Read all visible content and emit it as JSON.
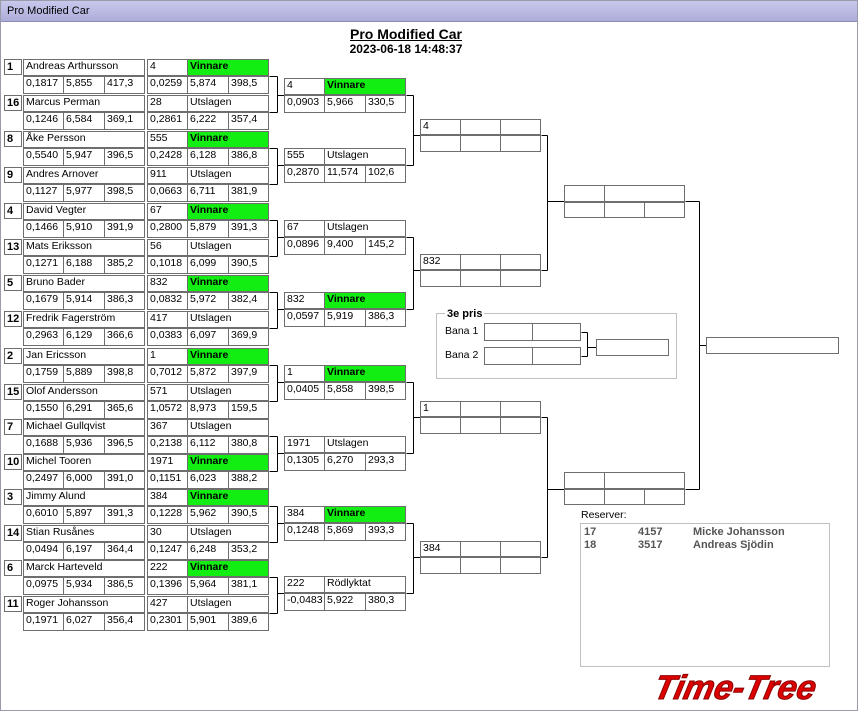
{
  "window": {
    "title": "Pro Modified Car"
  },
  "header": {
    "title": "Pro Modified Car",
    "datetime": "2023-06-18 14:48:37"
  },
  "colors": {
    "winner_bg": "#12ee12",
    "logo": "#dd0000"
  },
  "round1": [
    {
      "seed": "1",
      "name": "Andreas Arthursson",
      "rt": "0,1817",
      "et": "5,855",
      "speed": "417,3",
      "number": "4",
      "status": "Vinnare",
      "rt2": "0,0259",
      "et2": "5,874",
      "speed2": "398,5",
      "winner": true
    },
    {
      "seed": "16",
      "name": "Marcus Perman",
      "rt": "0,1246",
      "et": "6,584",
      "speed": "369,1",
      "number": "28",
      "status": "Utslagen",
      "rt2": "0,2861",
      "et2": "6,222",
      "speed2": "357,4",
      "winner": false
    },
    {
      "seed": "8",
      "name": "Åke Persson",
      "rt": "0,5540",
      "et": "5,947",
      "speed": "396,5",
      "number": "555",
      "status": "Vinnare",
      "rt2": "0,2428",
      "et2": "6,128",
      "speed2": "386,8",
      "winner": true
    },
    {
      "seed": "9",
      "name": "Andres Arnover",
      "rt": "0,1127",
      "et": "5,977",
      "speed": "398,5",
      "number": "911",
      "status": "Utslagen",
      "rt2": "0,0663",
      "et2": "6,711",
      "speed2": "381,9",
      "winner": false
    },
    {
      "seed": "4",
      "name": "David Vegter",
      "rt": "0,1466",
      "et": "5,910",
      "speed": "391,9",
      "number": "67",
      "status": "Vinnare",
      "rt2": "0,2800",
      "et2": "5,879",
      "speed2": "391,3",
      "winner": true
    },
    {
      "seed": "13",
      "name": "Mats Eriksson",
      "rt": "0,1271",
      "et": "6,188",
      "speed": "385,2",
      "number": "56",
      "status": "Utslagen",
      "rt2": "0,1018",
      "et2": "6,099",
      "speed2": "390,5",
      "winner": false
    },
    {
      "seed": "5",
      "name": "Bruno Bader",
      "rt": "0,1679",
      "et": "5,914",
      "speed": "386,3",
      "number": "832",
      "status": "Vinnare",
      "rt2": "0,0832",
      "et2": "5,972",
      "speed2": "382,4",
      "winner": true
    },
    {
      "seed": "12",
      "name": "Fredrik Fagerström",
      "rt": "0,2963",
      "et": "6,129",
      "speed": "366,6",
      "number": "417",
      "status": "Utslagen",
      "rt2": "0,0383",
      "et2": "6,097",
      "speed2": "369,9",
      "winner": false
    },
    {
      "seed": "2",
      "name": "Jan Ericsson",
      "rt": "0,1759",
      "et": "5,889",
      "speed": "398,8",
      "number": "1",
      "status": "Vinnare",
      "rt2": "0,7012",
      "et2": "5,872",
      "speed2": "397,9",
      "winner": true
    },
    {
      "seed": "15",
      "name": "Olof Andersson",
      "rt": "0,1550",
      "et": "6,291",
      "speed": "365,6",
      "number": "571",
      "status": "Utslagen",
      "rt2": "1,0572",
      "et2": "8,973",
      "speed2": "159,5",
      "winner": false
    },
    {
      "seed": "7",
      "name": "Michael Gullqvist",
      "rt": "0,1688",
      "et": "5,936",
      "speed": "396,5",
      "number": "367",
      "status": "Utslagen",
      "rt2": "0,2138",
      "et2": "6,112",
      "speed2": "380,8",
      "winner": false
    },
    {
      "seed": "10",
      "name": "Michel Tooren",
      "rt": "0,2497",
      "et": "6,000",
      "speed": "391,0",
      "number": "1971",
      "status": "Vinnare",
      "rt2": "0,1151",
      "et2": "6,023",
      "speed2": "388,2",
      "winner": true
    },
    {
      "seed": "3",
      "name": "Jimmy Alund",
      "rt": "0,6010",
      "et": "5,897",
      "speed": "391,3",
      "number": "384",
      "status": "Vinnare",
      "rt2": "0,1228",
      "et2": "5,962",
      "speed2": "390,5",
      "winner": true
    },
    {
      "seed": "14",
      "name": "Stian Rusånes",
      "rt": "0,0494",
      "et": "6,197",
      "speed": "364,4",
      "number": "30",
      "status": "Utslagen",
      "rt2": "0,1247",
      "et2": "6,248",
      "speed2": "353,2",
      "winner": false
    },
    {
      "seed": "6",
      "name": "Marck Harteveld",
      "rt": "0,0975",
      "et": "5,934",
      "speed": "386,5",
      "number": "222",
      "status": "Vinnare",
      "rt2": "0,1396",
      "et2": "5,964",
      "speed2": "381,1",
      "winner": true
    },
    {
      "seed": "11",
      "name": "Roger Johansson",
      "rt": "0,1971",
      "et": "6,027",
      "speed": "356,4",
      "number": "427",
      "status": "Utslagen",
      "rt2": "0,2301",
      "et2": "5,901",
      "speed2": "389,6",
      "winner": false
    }
  ],
  "quarterfinals": [
    {
      "number": "4",
      "status": "Vinnare",
      "rt": "0,0903",
      "et": "5,966",
      "speed": "330,5",
      "winner": true
    },
    {
      "number": "555",
      "status": "Utslagen",
      "rt": "0,2870",
      "et": "11,574",
      "speed": "102,6",
      "winner": false
    },
    {
      "number": "67",
      "status": "Utslagen",
      "rt": "0,0896",
      "et": "9,400",
      "speed": "145,2",
      "winner": false
    },
    {
      "number": "832",
      "status": "Vinnare",
      "rt": "0,0597",
      "et": "5,919",
      "speed": "386,3",
      "winner": true
    },
    {
      "number": "1",
      "status": "Vinnare",
      "rt": "0,0405",
      "et": "5,858",
      "speed": "398,5",
      "winner": true
    },
    {
      "number": "1971",
      "status": "Utslagen",
      "rt": "0,1305",
      "et": "6,270",
      "speed": "293,3",
      "winner": false
    },
    {
      "number": "384",
      "status": "Vinnare",
      "rt": "0,1248",
      "et": "5,869",
      "speed": "393,3",
      "winner": true
    },
    {
      "number": "222",
      "status": "Rödlyktat",
      "rt": "-0,0483",
      "et": "5,922",
      "speed": "380,3",
      "winner": false
    }
  ],
  "semifinals": [
    {
      "number": "4"
    },
    {
      "number": "832"
    },
    {
      "number": "1"
    },
    {
      "number": "384"
    }
  ],
  "third_place": {
    "title": "3e pris",
    "lane1": "Bana 1",
    "lane2": "Bana 2"
  },
  "reserves": {
    "label": "Reserver:",
    "items": [
      {
        "pos": "17",
        "number": "4157",
        "name": "Micke Johansson"
      },
      {
        "pos": "18",
        "number": "3517",
        "name": "Andreas Sjödin"
      }
    ]
  },
  "logo": {
    "text": "Time-Tree"
  }
}
